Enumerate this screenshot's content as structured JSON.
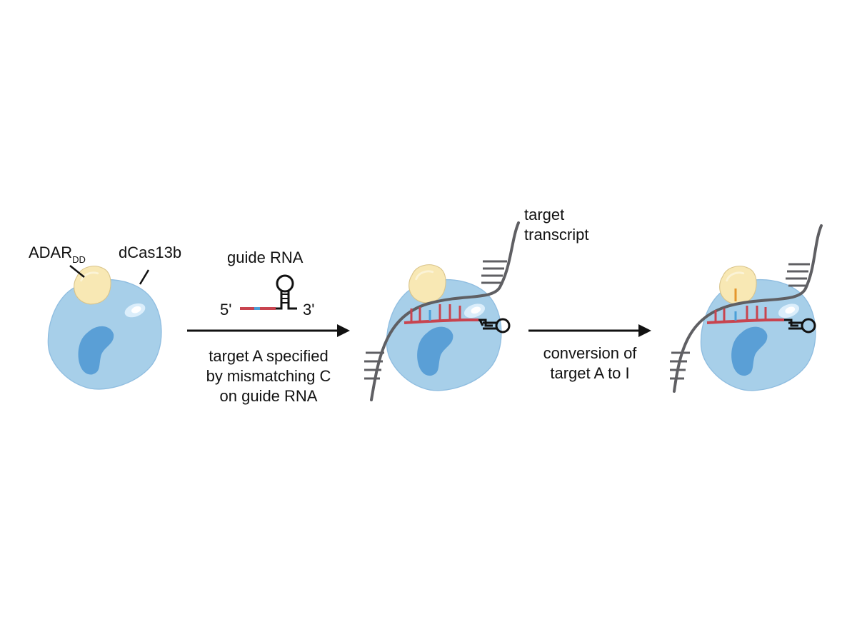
{
  "labels": {
    "adar_main": "ADAR",
    "adar_sub": "DD",
    "dcas": "dCas13b",
    "guide_rna": "guide RNA",
    "five_prime": "5'",
    "three_prime": "3'",
    "arrow1_line1": "target A specified",
    "arrow1_line2": "by mismatching C",
    "arrow1_line3": "on guide RNA",
    "target_line1": "target",
    "target_line2": "transcript",
    "arrow2_line1": "conversion of",
    "arrow2_line2": "target A to I"
  },
  "colors": {
    "protein_fill": "#a7cfe9",
    "protein_pocket": "#5a9fd6",
    "protein_edge": "#8fbde0",
    "adar_fill": "#f8e8b4",
    "adar_edge": "#d9c48a",
    "guide_red": "#c8444f",
    "guide_blue": "#4a9fd8",
    "transcript_gray": "#5f5f63",
    "edit_orange": "#e5962c",
    "hairpin_black": "#111111"
  }
}
